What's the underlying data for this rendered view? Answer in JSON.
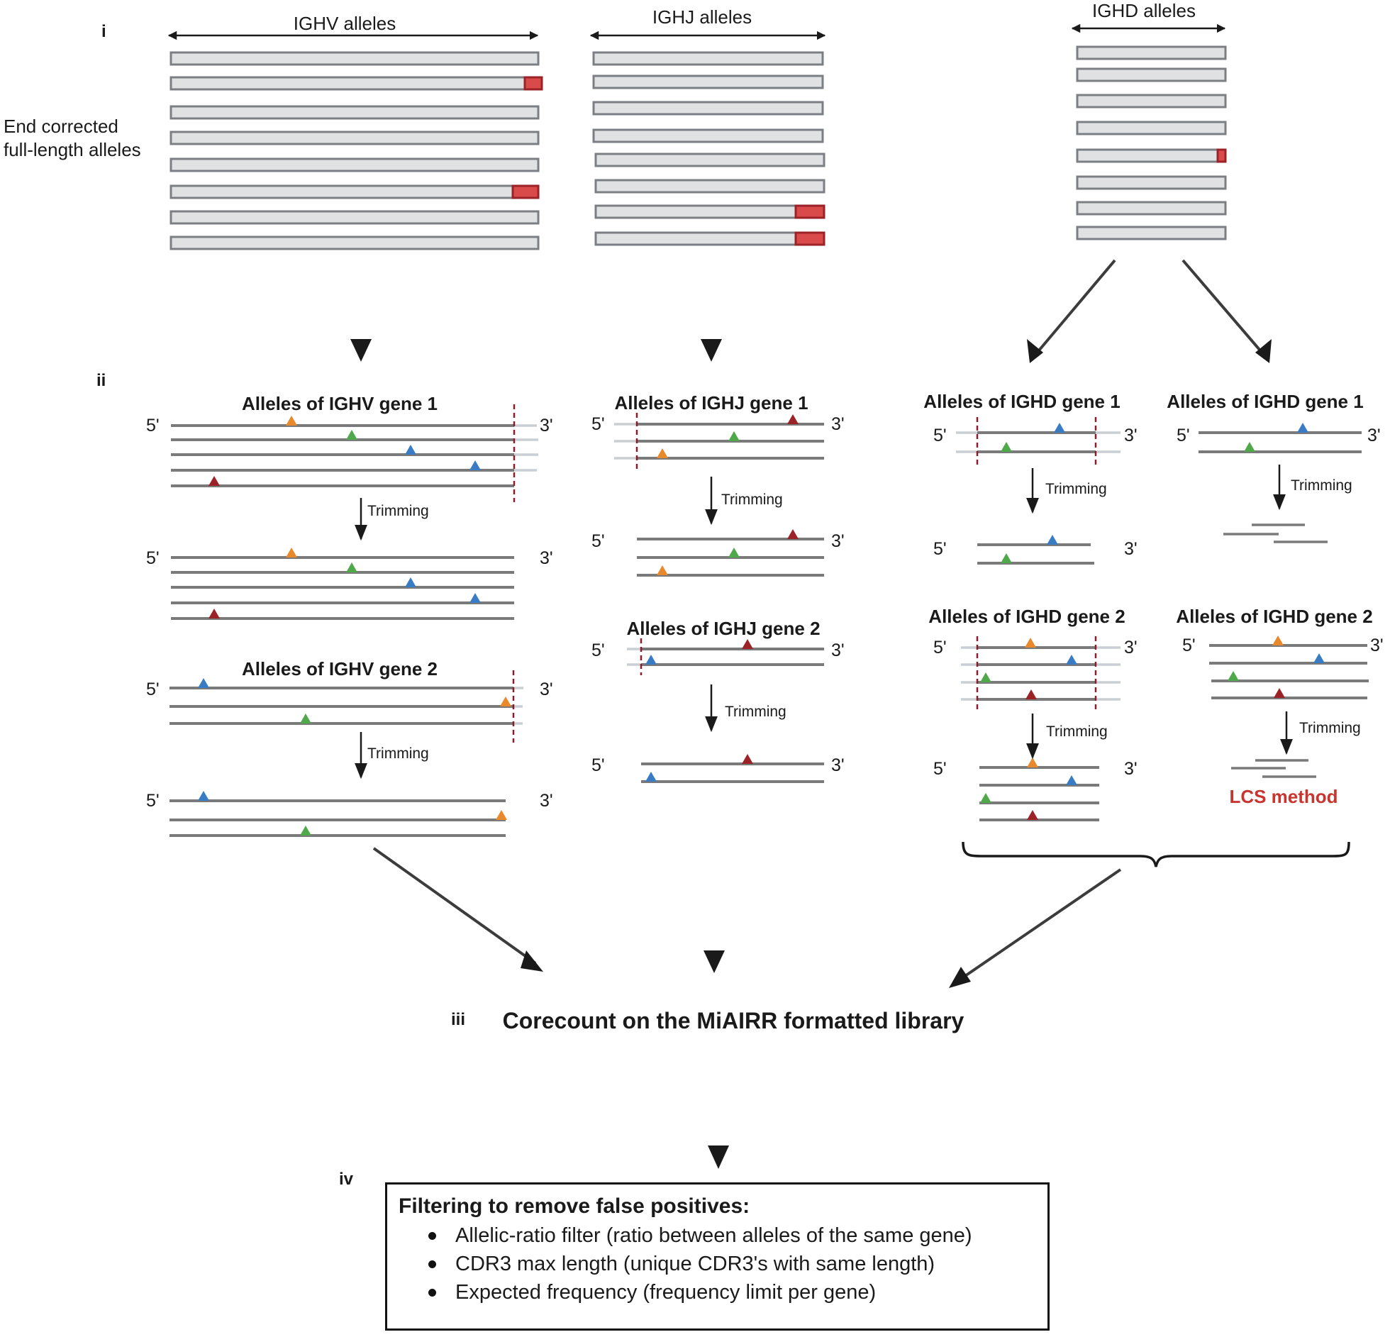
{
  "steps": {
    "i": "i",
    "ii": "ii",
    "iii": "iii",
    "iv": "iv"
  },
  "panel_i": {
    "ighv_alleles": "IGHV alleles",
    "ighj_alleles": "IGHJ alleles",
    "ighd_alleles": "IGHD alleles",
    "end_corrected_line1": "End corrected",
    "end_corrected_line2": "full-length alleles"
  },
  "panel_ii": {
    "ighv_gene1": "Alleles of IGHV gene 1",
    "ighv_gene2": "Alleles of IGHV gene 2",
    "ighj_gene1": "Alleles of IGHJ gene 1",
    "ighj_gene2": "Alleles of IGHJ gene 2",
    "ighd_gene1_a": "Alleles of IGHD gene 1",
    "ighd_gene1_b": "Alleles of IGHD gene 1",
    "ighd_gene2_a": "Alleles of IGHD gene 2",
    "ighd_gene2_b": "Alleles of IGHD gene 2",
    "trimming": "Trimming",
    "five_prime": "5'",
    "three_prime": "3'",
    "lcs_method": "LCS method"
  },
  "panel_iii": {
    "corecount": "Corecount on the MiAIRR formatted library"
  },
  "panel_iv": {
    "title": "Filtering to remove false positives:",
    "items": [
      "Allelic-ratio filter (ratio between alleles of the same gene)",
      "CDR3 max length (unique CDR3's with same length)",
      "Expected frequency (frequency limit per gene)"
    ]
  },
  "colors": {
    "orange": "#e8892b",
    "green": "#4fa84a",
    "blue": "#3a7cc3",
    "darkred": "#9b2226",
    "end_correction": "#d94a4a",
    "lcs_text": "#c8352f"
  }
}
